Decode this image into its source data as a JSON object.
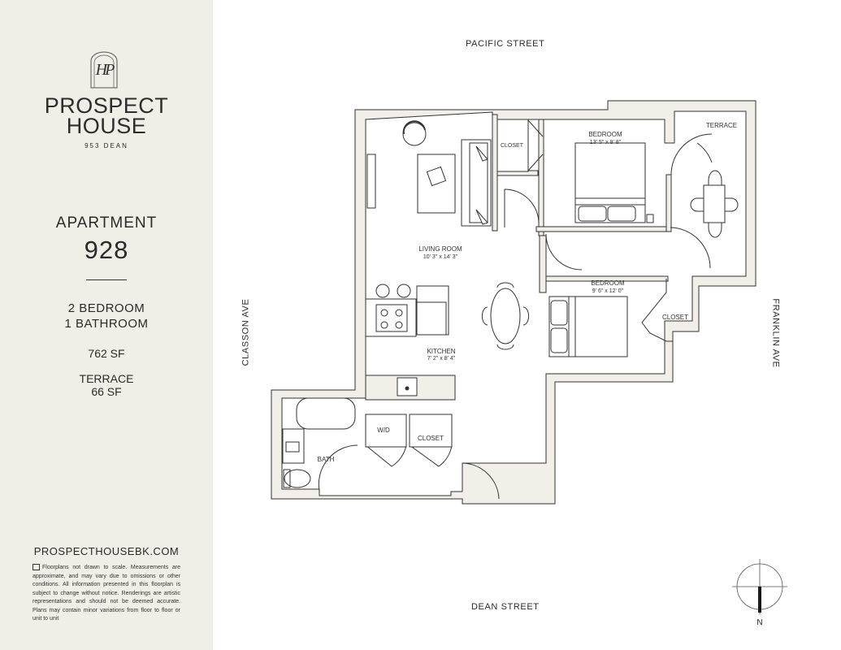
{
  "brand": {
    "monogram": "HP",
    "name_line1": "PROSPECT",
    "name_line2": "HOUSE",
    "address": "953 DEAN"
  },
  "unit": {
    "heading": "APARTMENT",
    "number": "928",
    "bedrooms": "2 BEDROOM",
    "bathrooms": "1 BATHROOM",
    "area": "762 SF",
    "terrace_label": "TERRACE",
    "terrace_area": "66 SF"
  },
  "website": "PROSPECTHOUSEBK.COM",
  "disclaimer": "Floorplans not drawn to scale. Measurements are approximate, and may vary due to omissions or other conditions. All information presented in this floorplan is subject to change without notice. Renderings are artistic representations and should not be deemed accurate. Plans may contain minor variations from floor to floor or unit to unit",
  "streets": {
    "north": "PACIFIC STREET",
    "south": "DEAN STREET",
    "west": "CLASSON AVE",
    "east": "FRANKLIN AVE"
  },
  "rooms": {
    "living_room": {
      "name": "LIVING ROOM",
      "dims": "10' 3\" x 14' 3\""
    },
    "bedroom1": {
      "name": "BEDROOM",
      "dims": "13' 5\" x 8' 8\""
    },
    "bedroom2": {
      "name": "BEDROOM",
      "dims": "9' 6\" x 12' 0\""
    },
    "kitchen": {
      "name": "KITCHEN",
      "dims": "7' 2\" x 8' 4\""
    },
    "terrace": "TERRACE",
    "closet1": "CLOSET",
    "closet2": "CLOSET",
    "closet3": "CLOSET",
    "wd": "W/D",
    "bath": "BATH"
  },
  "compass": {
    "label": "N"
  },
  "colors": {
    "sidebar": "#efeee7",
    "wall": "#f1efe8",
    "line": "#333333",
    "accent": "#1a1a1a"
  }
}
